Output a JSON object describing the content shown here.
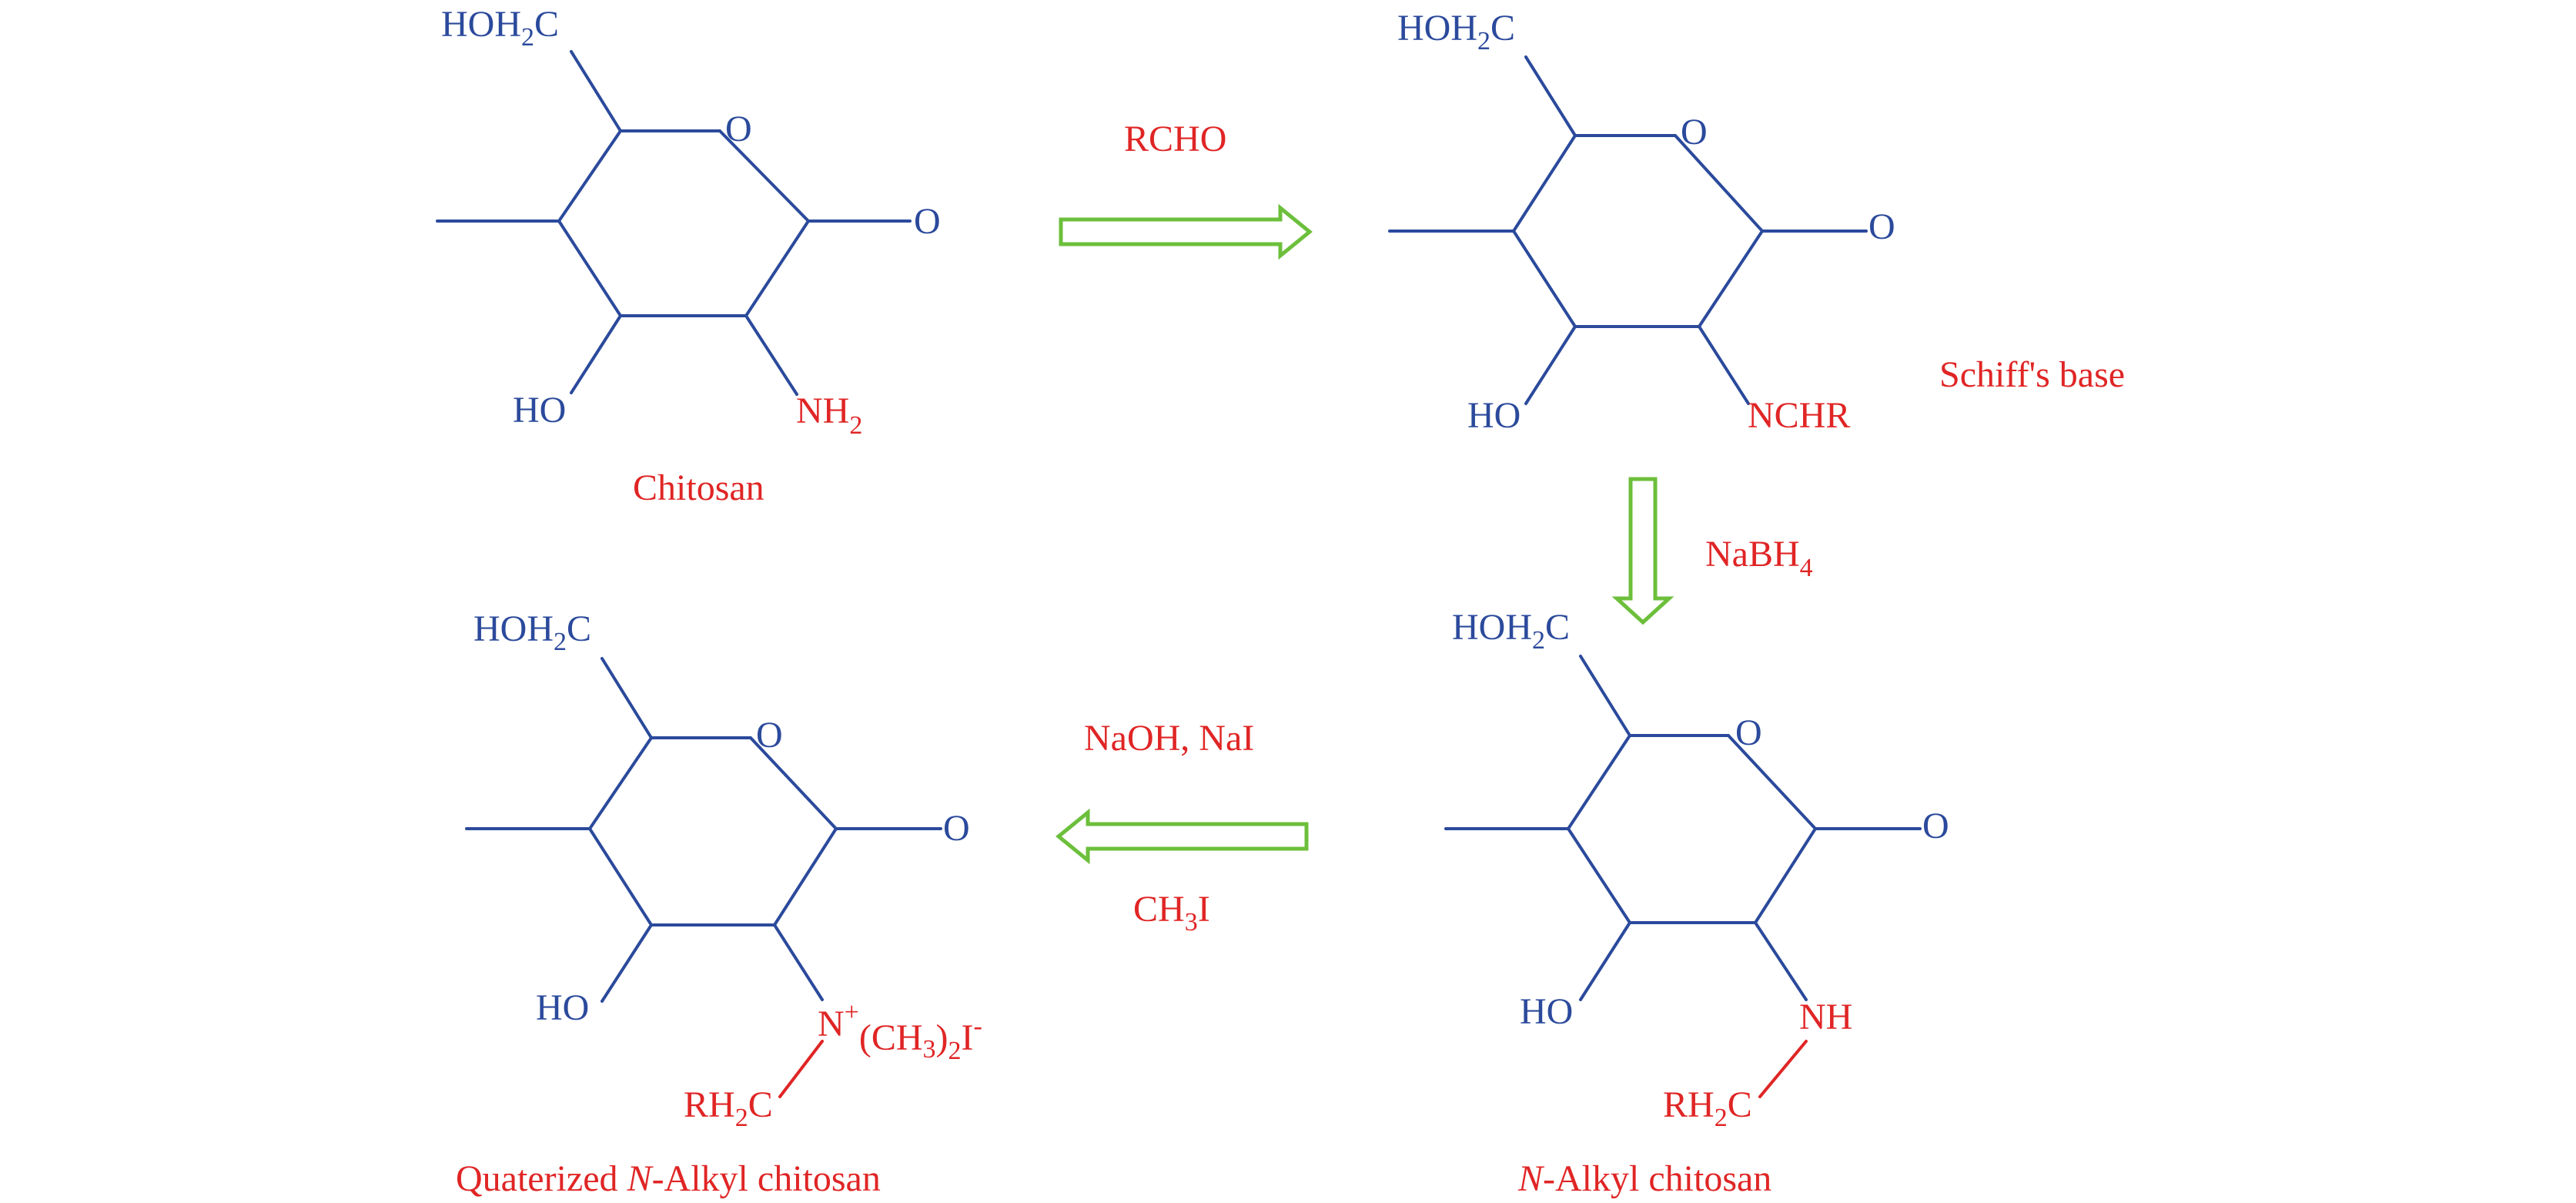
{
  "molecules": {
    "chitosan": {
      "hoh2c": {
        "main": "HOH",
        "sub": "2",
        "tail": "C"
      },
      "ring_o": "O",
      "glyco_o": "O",
      "ho": "HO",
      "n_group": {
        "main": "NH",
        "sub": "2"
      },
      "name": "Chitosan"
    },
    "schiff_base": {
      "hoh2c": {
        "main": "HOH",
        "sub": "2",
        "tail": "C"
      },
      "ring_o": "O",
      "glyco_o": "O",
      "ho": "HO",
      "n_group": "NCHR",
      "name": "Schiff's base"
    },
    "n_alkyl": {
      "hoh2c": {
        "main": "HOH",
        "sub": "2",
        "tail": "C"
      },
      "ring_o": "O",
      "glyco_o": "O",
      "ho": "HO",
      "n_group": "NH",
      "rh2c": {
        "main": "RH",
        "sub": "2",
        "tail": "C"
      },
      "name_italic": "N",
      "name_rest": "-Alkyl chitosan"
    },
    "quaternized": {
      "hoh2c": {
        "main": "HOH",
        "sub": "2",
        "tail": "C"
      },
      "ring_o": "O",
      "glyco_o": "O",
      "ho": "HO",
      "n_group": {
        "n": "N",
        "n_sup": "+",
        "ch3_open": "(CH",
        "ch3_sub": "3",
        "ch3_close": ")",
        "ch3_count": "2",
        "iodide": "I",
        "iodide_sup": "-"
      },
      "rh2c": {
        "main": "RH",
        "sub": "2",
        "tail": "C"
      },
      "name_pre": "Quaterized ",
      "name_italic": "N",
      "name_rest": "-Alkyl chitosan"
    }
  },
  "reagents": {
    "step1": "RCHO",
    "step2": {
      "main": "NaBH",
      "sub": "4"
    },
    "step3_top": "NaOH, NaI",
    "step3_bottom": {
      "main": "CH",
      "sub": "3",
      "tail": "I"
    }
  },
  "colors": {
    "structure": "#2b4a9c",
    "labels": "#e02525",
    "arrows": "#6cbf3b"
  }
}
